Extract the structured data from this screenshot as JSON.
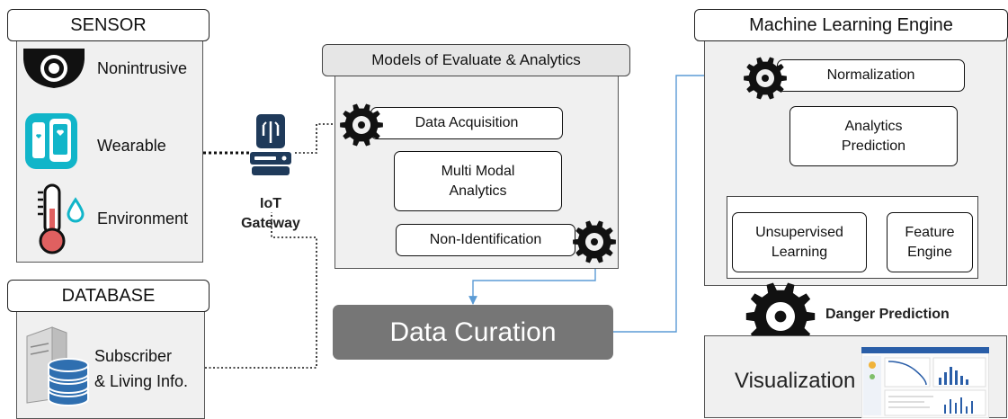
{
  "sensor": {
    "title": "SENSOR",
    "items": [
      {
        "label": "Nonintrusive",
        "icon": "camera-icon"
      },
      {
        "label": "Wearable",
        "icon": "wearable-icon"
      },
      {
        "label": "Environment",
        "icon": "thermometer-icon"
      }
    ]
  },
  "database": {
    "title": "DATABASE",
    "line1": "Subscriber",
    "line2": "& Living Info.",
    "icon": "database-server-icon"
  },
  "gateway": {
    "line1": "IoT",
    "line2": "Gateway",
    "icon": "router-icon"
  },
  "models": {
    "title": "Models of Evaluate & Analytics",
    "acquisition": "Data Acquisition",
    "multimodal_1": "Multi Modal",
    "multimodal_2": "Analytics",
    "non_identification": "Non-Identification"
  },
  "curation": {
    "label": "Data Curation"
  },
  "ml": {
    "title": "Machine Learning Engine",
    "normalization": "Normalization",
    "analytics_1": "Analytics",
    "analytics_2": "Prediction",
    "unsupervised_1": "Unsupervised",
    "unsupervised_2": "Learning",
    "feature_1": "Feature",
    "feature_2": "Engine"
  },
  "danger": {
    "label": "Danger Prediction"
  },
  "visualization": {
    "label": "Visualization"
  },
  "colors": {
    "arrow": "#5b9bd5",
    "panel": "#f0f0f0",
    "curation": "#767676"
  }
}
